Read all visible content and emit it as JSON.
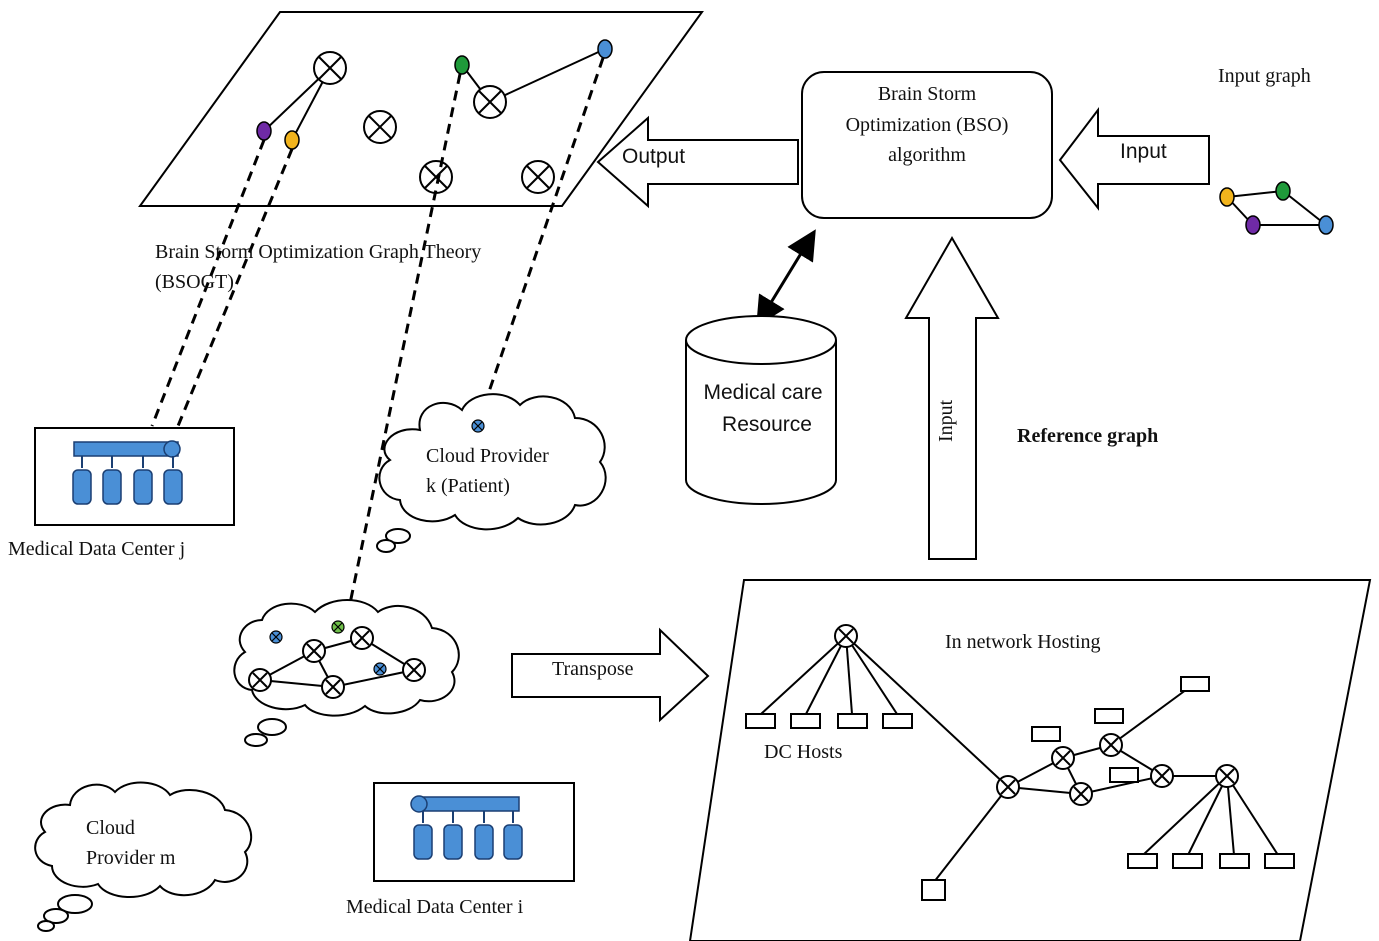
{
  "colors": {
    "purple": "#6f2aa6",
    "yellow": "#f2b41d",
    "green": "#1f9a3a",
    "blue": "#4a8fd6",
    "black": "#000000"
  },
  "labels": {
    "bsogt_line1": "Brain Storm Optimization Graph Theory",
    "bsogt_line2": "(BSOGT)",
    "output": "Output",
    "bso_line1": "Brain Storm",
    "bso_line2": "Optimization (BSO)",
    "bso_line3": "algorithm",
    "input_right": "Input",
    "input_graph": "Input graph",
    "medical_care_line1": "Medical care",
    "medical_care_line2": "Resource",
    "input_vertical": "Input",
    "reference_graph": "Reference graph",
    "medical_dc_j": "Medical Data Center j",
    "cloud_k_line1": "Cloud Provider",
    "cloud_k_line2": "k (Patient)",
    "transpose": "Transpose",
    "in_network_hosting": "In network Hosting",
    "dc_hosts": "DC Hosts",
    "cloud_m_line1": "Cloud",
    "cloud_m_line2": "Provider m",
    "medical_dc_i": "Medical Data Center i"
  },
  "icons": [
    "router-cross-icon",
    "database-cluster-icon",
    "cloud-icon",
    "cylinder-database-icon",
    "block-arrow-icon",
    "host-box-icon"
  ]
}
